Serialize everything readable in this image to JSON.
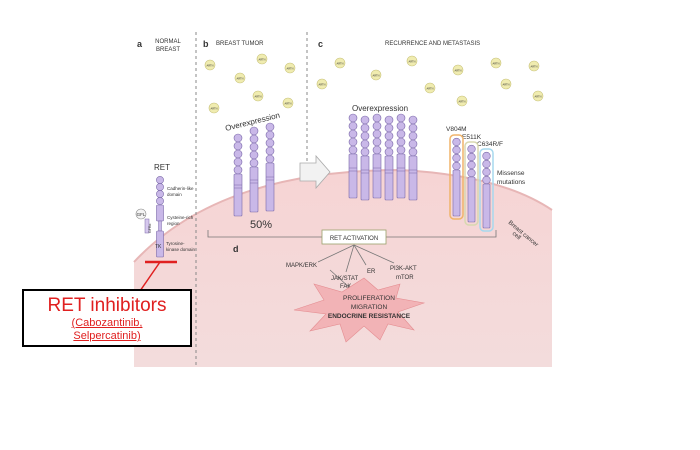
{
  "panels": {
    "a": {
      "letter": "a",
      "title1": "NORMAL",
      "title2": "BREAST"
    },
    "b": {
      "letter": "b",
      "title": "BREAST TUMOR"
    },
    "c": {
      "letter": "c",
      "title": "RECURRENCE AND METASTASIS"
    },
    "d": {
      "letter": "d"
    }
  },
  "ligand_label": "ARTN",
  "ret_label": "RET",
  "gfl_label": "GFL",
  "gfra_label": "GFRα",
  "tk_label": "TK",
  "domains": {
    "cadherin1": "Cadherin-like",
    "cadherin2": "domain",
    "cysteine1": "Cysteine-rich",
    "cysteine2": "region",
    "tyrosine1": "Tyrosine-",
    "tyrosine2": "kinase domain"
  },
  "overexpression_b": "Overexpression",
  "overexpression_c": "Overexpression",
  "percent": "50%",
  "mutations": {
    "m1": "V804M",
    "m2": "E511K",
    "m3": "C634R/F"
  },
  "missense1": "Missense",
  "missense2": "mutations",
  "cell1": "Breast cancer",
  "cell2": "cell",
  "activation": "RET ACTIVATION",
  "pathways": {
    "mapk": "MAPK/ERK",
    "jak1": "JAK/STAT",
    "jak2": "FAK",
    "er": "ER",
    "pi3k1": "PI3K-AKT",
    "pi3k2": "mTOR"
  },
  "outcomes": {
    "o1": "PROLIFERATION",
    "o2": "MIGRATION",
    "o3": "ENDOCRINE RESISTANCE"
  },
  "inhibitors": {
    "title": "RET inhibitors",
    "drugs1": "(Cabozantinib,",
    "drugs2": "Selpercatinib)"
  }
}
